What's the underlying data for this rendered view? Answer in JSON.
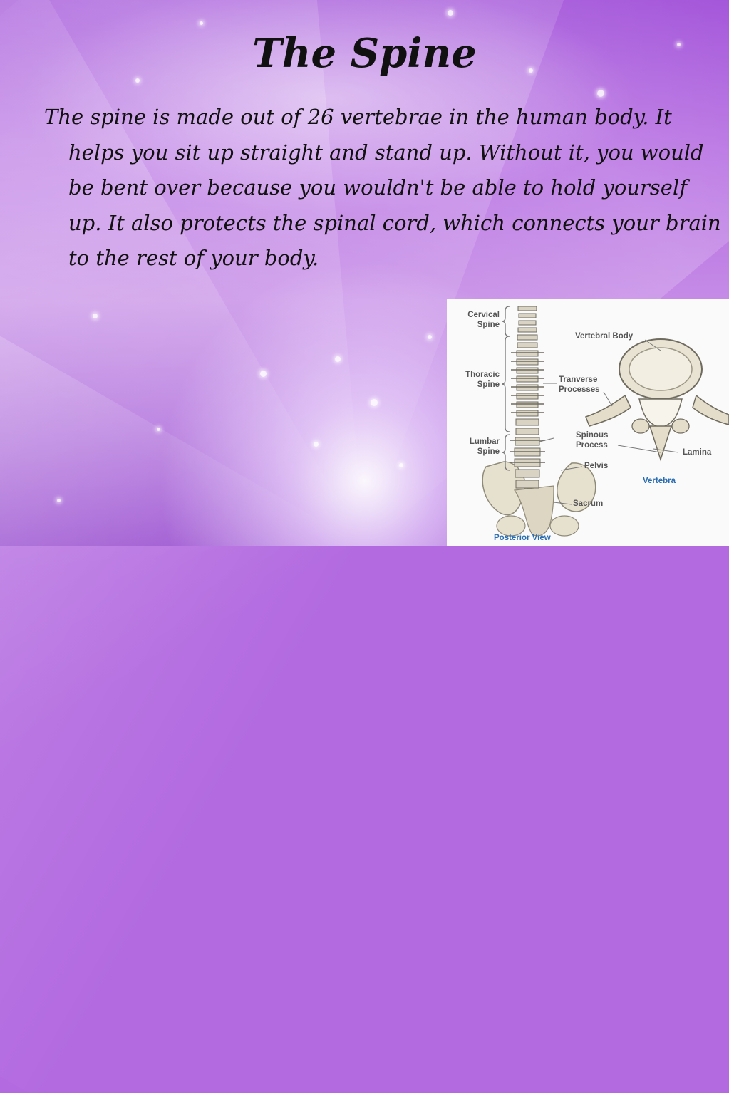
{
  "slide": {
    "title": "The Spine",
    "body": "The spine is made out of 26 vertebrae in the human body. It helps you sit up straight and stand up. Without it, you would be bent over because you wouldn't be able to hold yourself up. It also protects the spinal cord, which connects your brain to the rest of your body."
  },
  "figure": {
    "labels": {
      "cervical": "Cervical\nSpine",
      "thoracic": "Thoracic\nSpine",
      "lumbar": "Lumbar\nSpine",
      "vertebral_body": "Vertebral Body",
      "transverse": "Tranverse\nProcesses",
      "spinous": "Spinous\nProcess",
      "lamina": "Lamina",
      "pelvis": "Pelvis",
      "sacrum": "Sacrum",
      "vertebra": "Vertebra",
      "posterior_view": "Posterior View"
    }
  }
}
